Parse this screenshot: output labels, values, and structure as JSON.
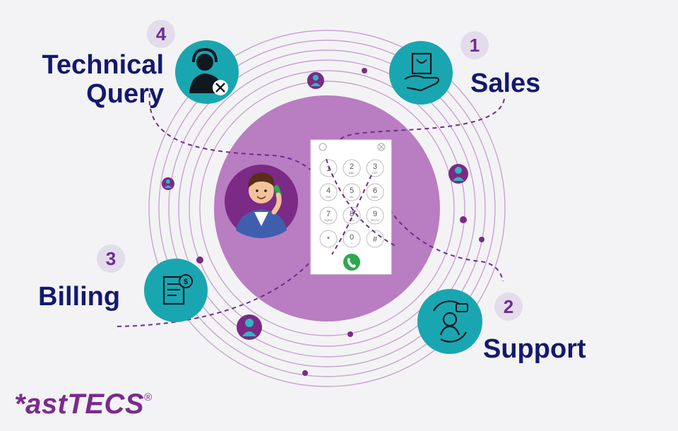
{
  "diagram": {
    "items": [
      {
        "number": "1",
        "label": "Sales",
        "icon": "hand-bag-icon"
      },
      {
        "number": "2",
        "label": "Support",
        "icon": "support-agent-icon"
      },
      {
        "number": "3",
        "label": "Billing",
        "icon": "bill-receipt-icon"
      },
      {
        "number": "4",
        "label": "Technical Query",
        "icon": "technician-headset-icon"
      }
    ],
    "keypad": {
      "keys": [
        {
          "digit": "1",
          "sub": ""
        },
        {
          "digit": "2",
          "sub": "ABC"
        },
        {
          "digit": "3",
          "sub": "DEF"
        },
        {
          "digit": "4",
          "sub": "GHI"
        },
        {
          "digit": "5",
          "sub": "JKL"
        },
        {
          "digit": "6",
          "sub": "MNO"
        },
        {
          "digit": "7",
          "sub": "PQRS"
        },
        {
          "digit": "8",
          "sub": "TUV"
        },
        {
          "digit": "9",
          "sub": "WXYZ"
        },
        {
          "digit": "*",
          "sub": ""
        },
        {
          "digit": "0",
          "sub": "+"
        },
        {
          "digit": "#",
          "sub": ""
        }
      ]
    }
  },
  "logo": {
    "text": "*astTECS",
    "mark": "®"
  },
  "colors": {
    "teal": "#1aa6b0",
    "purple": "#6d2e8e",
    "lavender_disc": "#b97dc2",
    "navy_text": "#14196e",
    "call_green": "#2ea84d"
  }
}
